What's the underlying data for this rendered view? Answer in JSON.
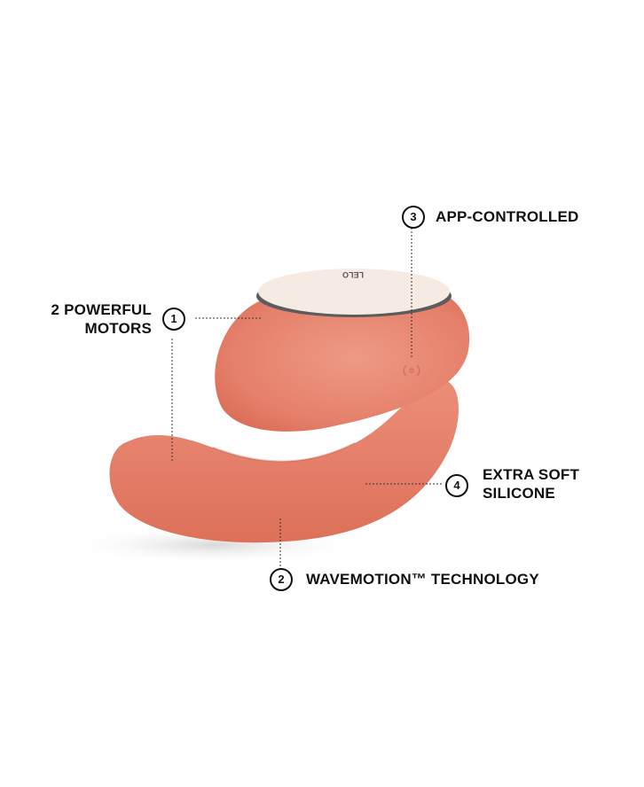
{
  "callouts": [
    {
      "number": "1",
      "text_line1": "2 POWERFUL",
      "text_line2": "MOTORS"
    },
    {
      "number": "2",
      "text": "WAVEMOTION™ TECHNOLOGY"
    },
    {
      "number": "3",
      "text": "APP-CONTROLLED"
    },
    {
      "number": "4",
      "text_line1": "EXTRA SOFT",
      "text_line2": "SILICONE"
    }
  ],
  "product": {
    "logo": "LELO",
    "color": "#e8806c",
    "cap_color": "#f6ebe3"
  }
}
